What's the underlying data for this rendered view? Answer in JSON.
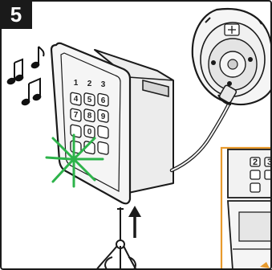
{
  "step": {
    "number": "5"
  },
  "keypad": {
    "keys": [
      "1",
      "2",
      "3",
      "4",
      "5",
      "6",
      "7",
      "8",
      "9",
      "",
      "0",
      ""
    ]
  },
  "inset": {
    "keys": [
      "2",
      "3"
    ]
  },
  "colors": {
    "frame": "#1a1a1a",
    "flash": "#2db34a",
    "device": "#f2f2f2",
    "outline": "#1a1a1a",
    "inset_border": "#e89a2c"
  },
  "icons": [
    "music-notes-icon",
    "flash-burst-icon",
    "up-arrow-icon",
    "key-fob-icon"
  ]
}
